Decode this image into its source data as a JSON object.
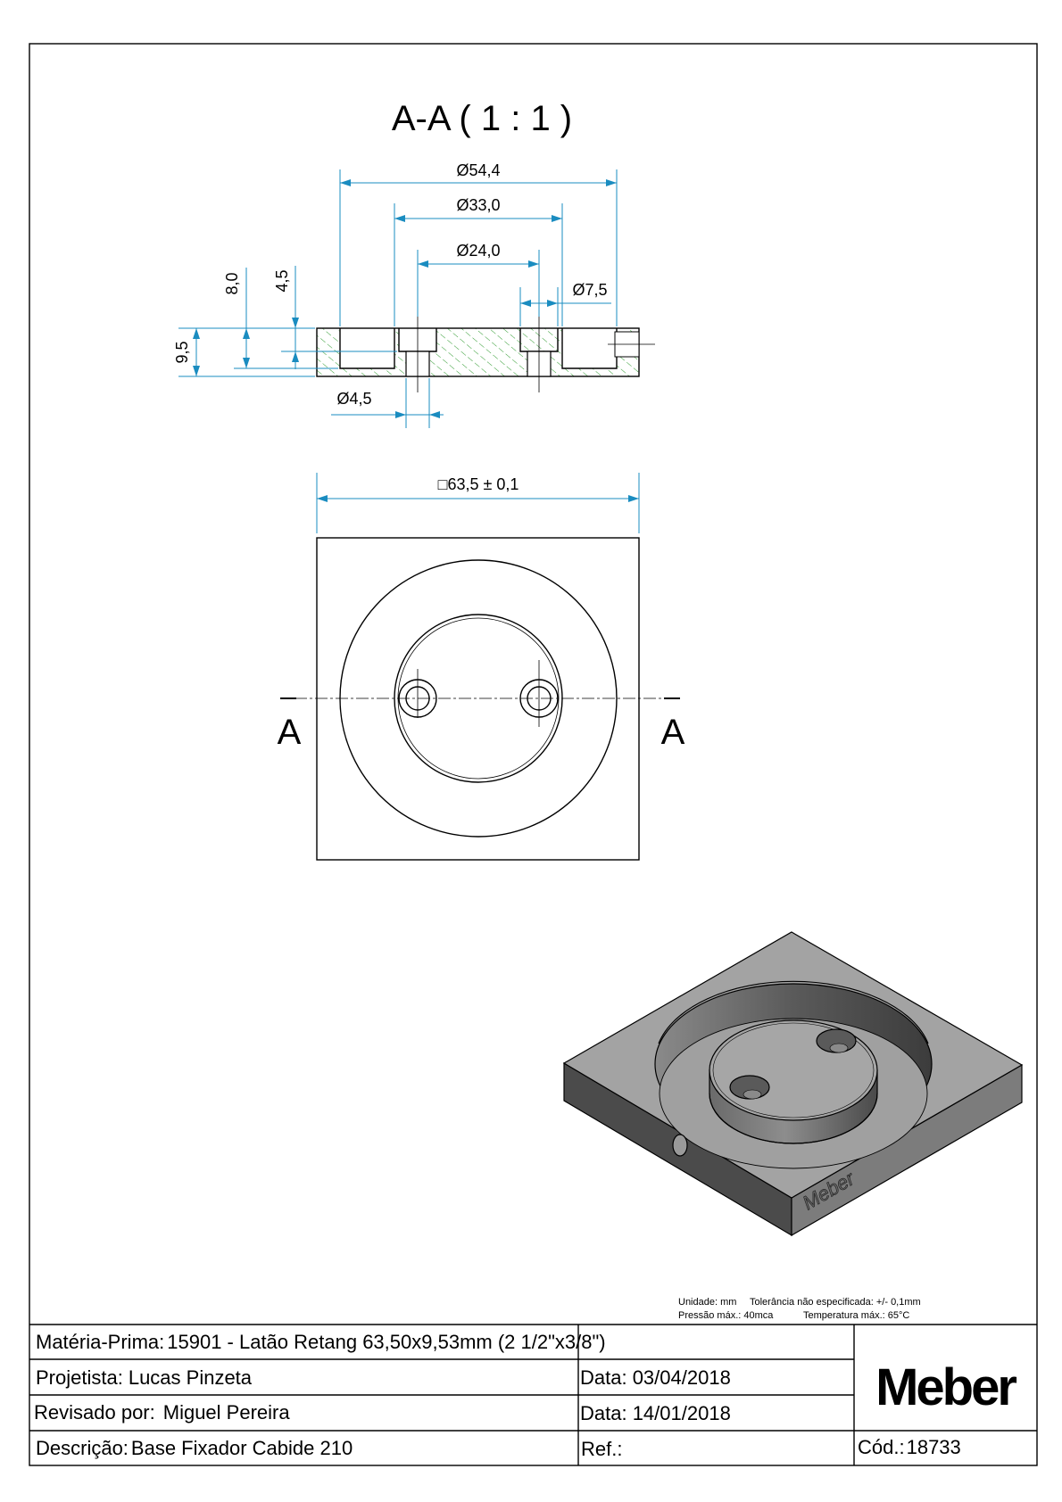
{
  "section_title": "A-A ( 1 : 1 )",
  "section_label_left": "A",
  "section_label_right": "A",
  "dimensions": {
    "d_outer": "Ø54,4",
    "d_boss": "Ø33,0",
    "d_bolt_circle": "Ø24,0",
    "d_counterbore": "Ø7,5",
    "d_through_hole": "Ø4,5",
    "height_total": "9,5",
    "pocket_depth": "8,0",
    "counterbore_depth": "4,5",
    "square_size": "□63,5 ± 0,1"
  },
  "iso_engraving": "Meber",
  "title_block": {
    "material_label": "Matéria-Prima:",
    "material_value": "15901 - Latão Retang 63,50x9,53mm (2 1/2\"x3/8\")",
    "notes_units": "Unidade: mm",
    "notes_tolerance": "Tolerância não especificada: +/- 0,1mm",
    "notes_pressure": "Pressão máx.: 40mca",
    "notes_temperature": "Temperatura máx.: 65°C",
    "designer_label": "Projetista:",
    "designer_value": "Lucas Pinzeta",
    "designer_date": "Data: 03/04/2018",
    "reviewer_label": "Revisado por:",
    "reviewer_value": "Miguel Pereira",
    "reviewer_date": "Data: 14/01/2018",
    "description_label": "Descrição:",
    "description_value": "Base Fixador Cabide 210",
    "ref_label": "Ref.:",
    "code_label": "Cód.:",
    "code_value": "18733",
    "logo": "Meber"
  },
  "colors": {
    "dimension": "#1a8cc0",
    "hatch": "#2e9a2e"
  }
}
